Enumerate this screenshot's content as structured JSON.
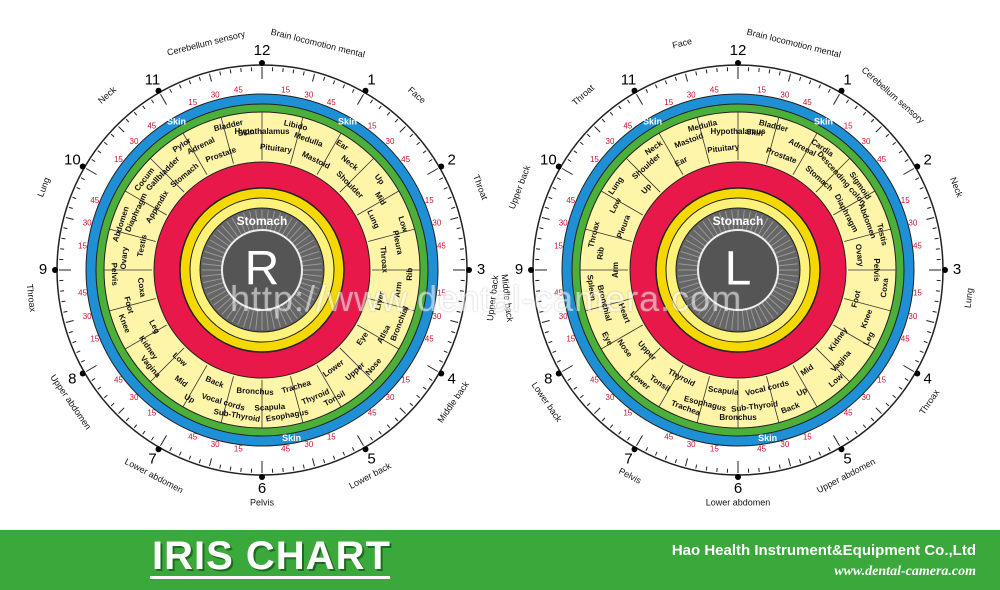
{
  "footer": {
    "title": "IRIS CHART",
    "company": "Hao Health Instrument&Equipment Co.,Ltd",
    "url": "www.dental-camera.com"
  },
  "watermark": "http://www.dental-camera.com",
  "colors": {
    "blue": "#1f8fd6",
    "green": "#4caf3a",
    "yellow": "#fff5a8",
    "red": "#e8194a",
    "pupil": "#555555",
    "footer": "#3aa83a"
  },
  "iris_right": {
    "letter": "R",
    "clock": [
      "12",
      "1",
      "2",
      "3",
      "4",
      "5",
      "6",
      "7",
      "8",
      "9",
      "10",
      "11"
    ],
    "outer_labels": [
      "Brain locomotion mental",
      "Face",
      "Throat",
      "Upper back",
      "Middle back",
      "Lower back",
      "Pelvis",
      "Lower abdomen",
      "Upper abdomen",
      "Throax",
      "Lung",
      "Neck",
      "Cerebellum sensory"
    ],
    "zones": [
      "Hypothalamus",
      "Pituitary",
      "Libido",
      "Medulla",
      "Mastoid",
      "Ear",
      "Neck",
      "Shoulder",
      "Up",
      "Mid",
      "Lung",
      "Low",
      "Pleura",
      "Throax",
      "Rib",
      "Arm",
      "Liver",
      "Bronchial",
      "Atlsa",
      "Eye",
      "Nose",
      "Upper",
      "Lower",
      "Tonsil",
      "Thyroid",
      "Trachea",
      "Esophagus",
      "Scapula",
      "Bronchus",
      "Sub-Thyroid",
      "Vocal cords",
      "Back",
      "Up",
      "Mid",
      "Low",
      "Vagina",
      "Kidney",
      "Leg",
      "Knee",
      "Foot",
      "Coxa",
      "Pelvis",
      "Ovary",
      "Testis",
      "Abdomen",
      "Diaphragm",
      "Appendix",
      "Cocum",
      "Gallbladder",
      "Stomach",
      "Pylor",
      "Adrenal",
      "Prostate",
      "Bladder",
      "Skin"
    ],
    "center_label": "Stomach"
  },
  "iris_left": {
    "letter": "L",
    "clock": [
      "12",
      "1",
      "2",
      "3",
      "4",
      "5",
      "6",
      "7",
      "8",
      "9",
      "10",
      "11"
    ],
    "outer_labels": [
      "Brain locomotion mental",
      "Cerebellum sensory",
      "Neck",
      "Lung",
      "Throax",
      "Upper abdomen",
      "Lower abdomen",
      "Pelvis",
      "Lower back",
      "Middle back",
      "Upper back",
      "Throat",
      "Face"
    ],
    "zones": [
      "Hypothalamus",
      "Pituitary",
      "Medulla",
      "Mastoid",
      "Ear",
      "Neck",
      "Shoulder",
      "Up",
      "Lung",
      "Low",
      "Pleura",
      "Throax",
      "Rib",
      "Arm",
      "Spleen",
      "Bronchial",
      "Heart",
      "Eye",
      "Nose",
      "Upper",
      "Lower",
      "Tonsil",
      "Thyroid",
      "Trachea",
      "Esophagus",
      "Scapula",
      "Bronchus",
      "Sub-Thyroid",
      "Vocal cords",
      "Back",
      "Up",
      "Mid",
      "Low",
      "Vagina",
      "Kidney",
      "Leg",
      "Knee",
      "Foot",
      "Coxa",
      "Pelvis",
      "Ovary",
      "Testis",
      "Abdomen",
      "Diaphragm",
      "Sigmoid",
      "Descending colon",
      "Stomach",
      "Cardia",
      "Adrenal",
      "Prostate",
      "Bladder",
      "Skin"
    ],
    "center_label": "Stomach"
  }
}
